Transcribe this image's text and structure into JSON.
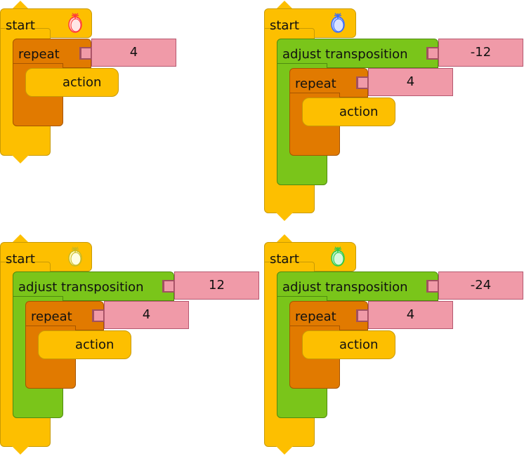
{
  "programs": [
    {
      "start_label": "start",
      "icon": "mouse-icon",
      "icon_color": "#ff3a3a",
      "transposition": null,
      "repeat_label": "repeat",
      "repeat_count": "4",
      "action_label": "action"
    },
    {
      "start_label": "start",
      "icon": "mouse-icon",
      "icon_color": "#3a6cff",
      "transposition_label": "adjust transposition",
      "transposition": "-12",
      "repeat_label": "repeat",
      "repeat_count": "4",
      "action_label": "action"
    },
    {
      "start_label": "start",
      "icon": "mouse-icon",
      "icon_color": "#e8d840",
      "transposition_label": "adjust transposition",
      "transposition": "12",
      "repeat_label": "repeat",
      "repeat_count": "4",
      "action_label": "action"
    },
    {
      "start_label": "start",
      "icon": "mouse-icon",
      "icon_color": "#2fc848",
      "transposition_label": "adjust transposition",
      "transposition": "-24",
      "repeat_label": "repeat",
      "repeat_count": "4",
      "action_label": "action"
    }
  ],
  "colors": {
    "start_block": "#fdbf00",
    "transposition_block": "#7ac51a",
    "repeat_block": "#e17a00",
    "argument_slot": "#f09aa8"
  }
}
